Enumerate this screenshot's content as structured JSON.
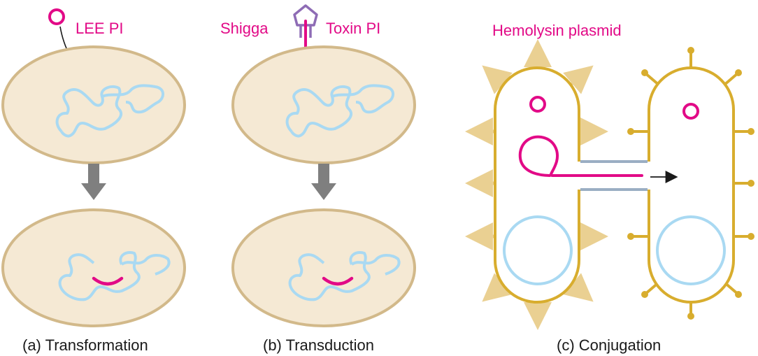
{
  "labels": {
    "lee_pi": "LEE PI",
    "shigga": "Shigga",
    "toxin_pi": "Toxin PI",
    "hemolysin_plasmid": "Hemolysin plasmid"
  },
  "captions": {
    "a": "(a) Transformation",
    "b": "(b) Transduction",
    "c": "(c) Conjugation"
  },
  "colors": {
    "cell_fill": "#f5e9d4",
    "cell_stroke": "#d2b98a",
    "chromosome": "#a9d9f2",
    "dna_magenta": "#e20a87",
    "phage": "#8e6cb5",
    "bacterium_wall": "#d8ad2e",
    "pili_light": "#ead092",
    "pilus_tube": "#9aaec3",
    "arrow_gray": "#7f7f7f"
  }
}
